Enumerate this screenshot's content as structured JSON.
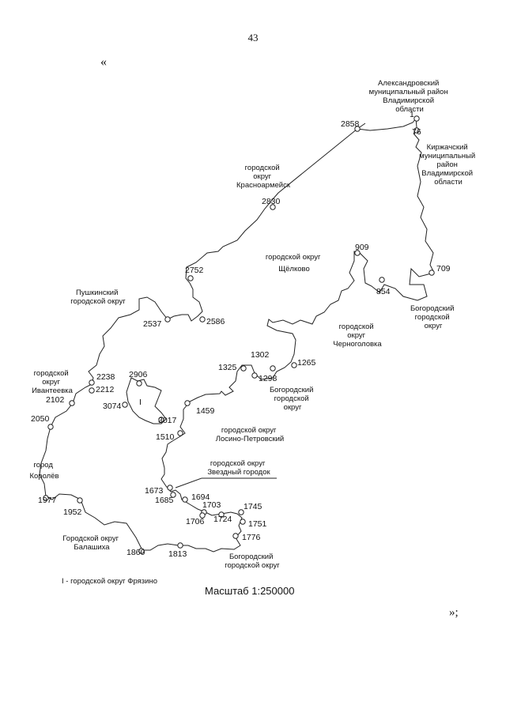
{
  "page_number": "43",
  "quote_open": "«",
  "quote_close": "»;",
  "scale": "Масштаб 1:250000",
  "legend_note": "I - городской округ Фрязино",
  "region_label_lines": [
    "городской округ",
    "Щёлково"
  ],
  "fryazino_marker": "I",
  "neighbors": {
    "aleksandrovsky": [
      "Александровский",
      "муниципальный район",
      "Владимирской",
      "области"
    ],
    "kirzhachsky": [
      "Киржачский",
      "муниципальный",
      "район",
      "Владимирской",
      "области"
    ],
    "krasnoarmeysk": [
      "городской",
      "округ",
      "Красноармейск"
    ],
    "pushkinsky": [
      "Пушкинский",
      "городской округ"
    ],
    "bogorodsky_east": [
      "Богородский",
      "городской",
      "округ"
    ],
    "chernogolovka": [
      "городской",
      "округ",
      "Черноголовка"
    ],
    "bogorodsky_mid": [
      "Богородский",
      "городской",
      "округ"
    ],
    "ivanteevka": [
      "городской",
      "округ",
      "Ивантеевка"
    ],
    "losino": [
      "городской округ",
      "Лосино-Петровский"
    ],
    "korolev": [
      "город",
      "Королёв"
    ],
    "zvezdny": [
      "городской округ",
      "Звездный городок"
    ],
    "balashikha": [
      "Городской округ",
      "Балашиха"
    ],
    "bogorodsky_south": [
      "Богородский",
      "городской округ"
    ]
  },
  "points": [
    "1",
    "76",
    "2858",
    "2830",
    "2752",
    "2586",
    "2537",
    "909",
    "709",
    "854",
    "1302",
    "1325",
    "1298",
    "1265",
    "2238",
    "2212",
    "2102",
    "2906",
    "3074",
    "3017",
    "1459",
    "2050",
    "1510",
    "1977",
    "1952",
    "1673",
    "1685",
    "1694",
    "1703",
    "1706",
    "1724",
    "1745",
    "1751",
    "1776",
    "1860",
    "1813"
  ]
}
